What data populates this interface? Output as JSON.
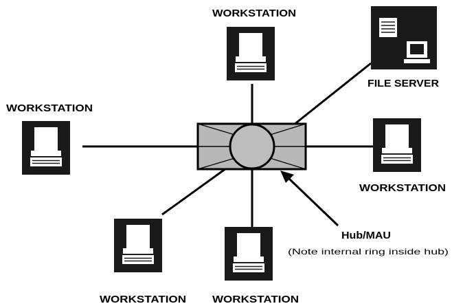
{
  "labels": {
    "ws_top": "WORKSTATION",
    "ws_left": "WORKSTATION",
    "ws_right": "WORKSTATION",
    "ws_bottom_left": "WORKSTATION",
    "ws_bottom_mid": "WORKSTATION",
    "file_server": "FILE SERVER",
    "hub": "Hub/MAU",
    "hub_note": "(Note internal ring inside hub)"
  },
  "colors": {
    "hub_fill": "#b8b8b8",
    "ring_fill": "#bdbdbd",
    "device_fill": "#1a1a1a",
    "line": "#000000"
  }
}
